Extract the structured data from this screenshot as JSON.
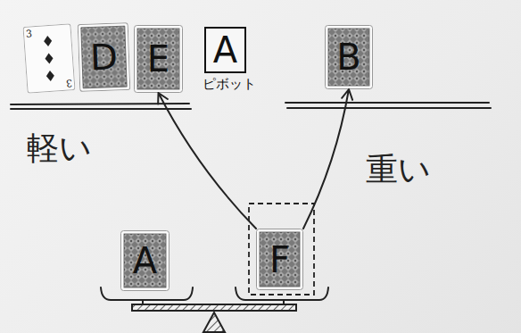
{
  "diagram": {
    "nodes": [
      {
        "text": [
          "3",
          "3"
        ]
      },
      {
        "text": [
          "D"
        ]
      },
      {
        "text": [
          "E"
        ]
      },
      {
        "text": [
          "A",
          "ピボット"
        ]
      },
      {
        "text": [
          "B"
        ]
      },
      {
        "text": [
          "A"
        ]
      },
      {
        "text": [
          "F"
        ]
      }
    ],
    "edges": [
      {
        "from": 6,
        "to": 2,
        "arrow": "to",
        "label": "軽い"
      },
      {
        "from": 6,
        "to": 4,
        "arrow": "to",
        "label": "重い"
      }
    ]
  }
}
